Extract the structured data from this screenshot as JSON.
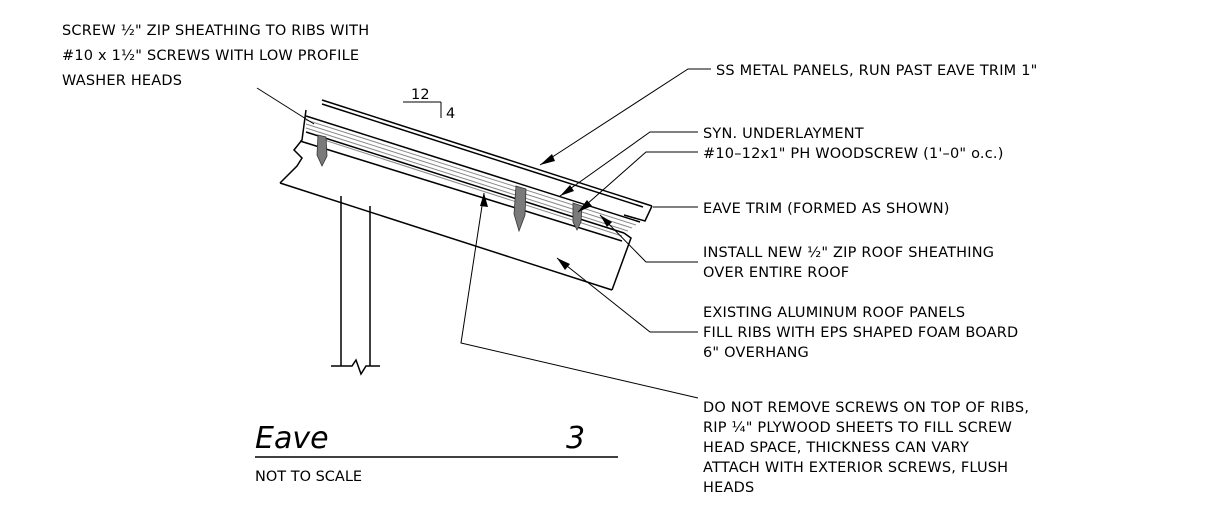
{
  "callouts": {
    "screw_zip_l1": "SCREW ½\" ZIP SHEATHING TO RIBS WITH",
    "screw_zip_l2": "#10 x 1½\" SCREWS WITH LOW PROFILE",
    "screw_zip_l3": "WASHER HEADS",
    "ss_panels": "SS METAL PANELS, RUN PAST EAVE TRIM 1\"",
    "underlayment": "SYN. UNDERLAYMENT",
    "woodscrew": "#10–12x1\" PH WOODSCREW (1'–0\" o.c.)",
    "eave_trim": "EAVE TRIM (FORMED AS SHOWN)",
    "zip_l1": "INSTALL NEW ½\" ZIP ROOF SHEATHING",
    "zip_l2": "OVER ENTIRE ROOF",
    "alum_l1": "EXISTING  ALUMINUM ROOF PANELS",
    "alum_l2": "FILL RIBS WITH EPS SHAPED FOAM BOARD",
    "alum_l3": "6\" OVERHANG",
    "donot_l1": "DO NOT REMOVE  SCREWS ON TOP OF RIBS,",
    "donot_l2": "RIP ¼\" PLYWOOD SHEETS TO FILL SCREW",
    "donot_l3": "HEAD SPACE, THICKNESS CAN VARY",
    "donot_l4": "ATTACH WITH EXTERIOR SCREWS, FLUSH",
    "donot_l5": "HEADS"
  },
  "slope": {
    "run": "12",
    "rise": "4"
  },
  "title": {
    "name": "Eave",
    "number": "3",
    "subtitle": "NOT TO SCALE"
  }
}
